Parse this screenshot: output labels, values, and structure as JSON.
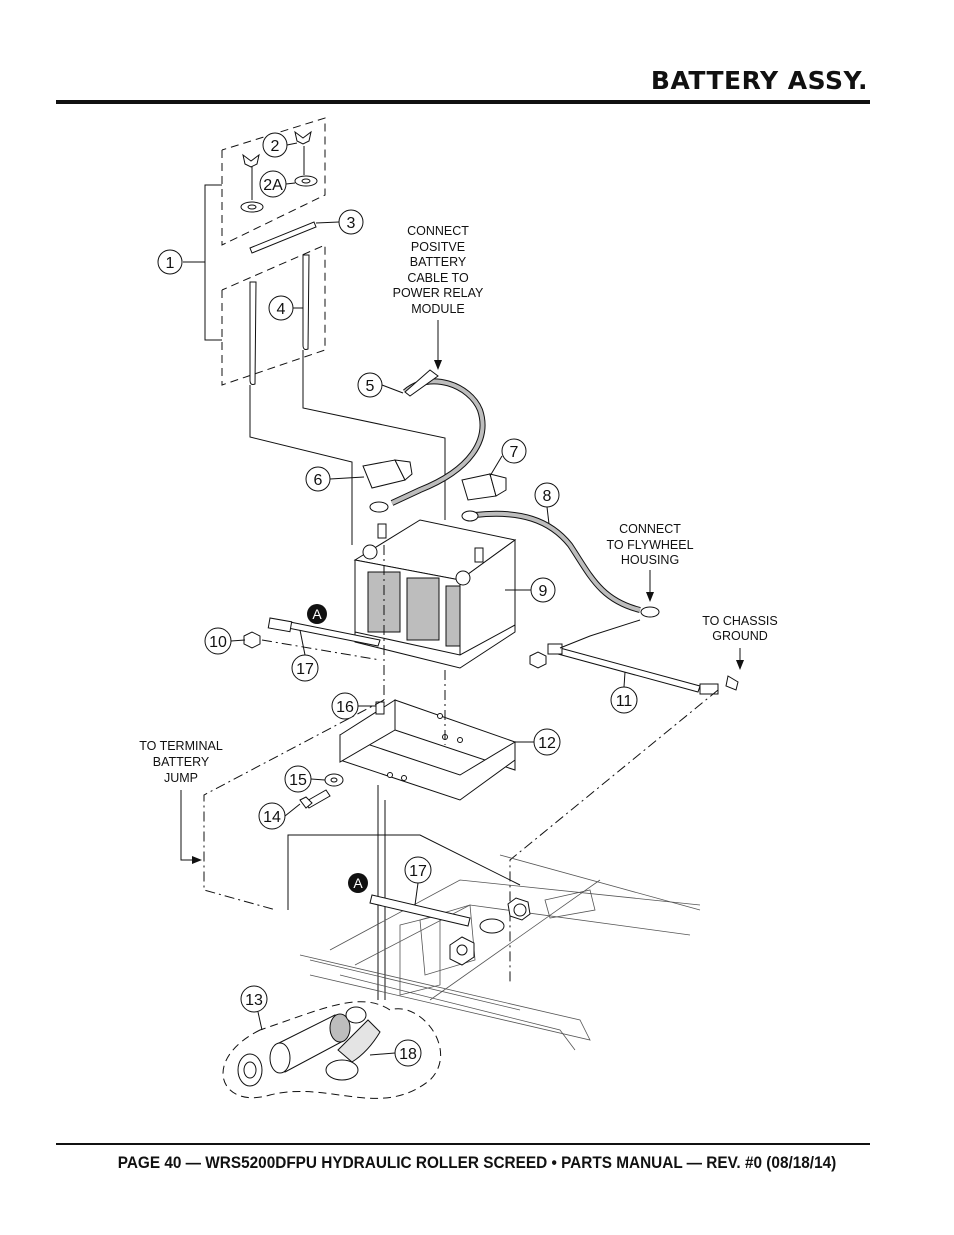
{
  "header": {
    "title": "BATTERY ASSY."
  },
  "footer": {
    "text": "PAGE 40 — WRS5200DFPU HYDRAULIC ROLLER SCREED • PARTS MANUAL  — REV. #0 (08/18/14)"
  },
  "callouts": {
    "c1": "1",
    "c2": "2",
    "c2a": "2A",
    "c3": "3",
    "c4": "4",
    "c5": "5",
    "c6": "6",
    "c7": "7",
    "c8": "8",
    "c9": "9",
    "c10": "10",
    "c11": "11",
    "c12": "12",
    "c13": "13",
    "c14": "14",
    "c15": "15",
    "c16": "16",
    "c17a": "17",
    "c17b": "17",
    "c18": "18",
    "a1": "A",
    "a2": "A"
  },
  "notes": {
    "positive": [
      "CONNECT",
      "POSITVE",
      "BATTERY",
      "CABLE TO",
      "POWER RELAY",
      "MODULE"
    ],
    "flywheel": [
      "CONNECT",
      "TO FLYWHEEL",
      "HOUSING"
    ],
    "chassis": [
      "TO CHASSIS",
      "GROUND"
    ],
    "terminal": [
      "TO TERMINAL",
      "BATTERY",
      "JUMP"
    ]
  }
}
